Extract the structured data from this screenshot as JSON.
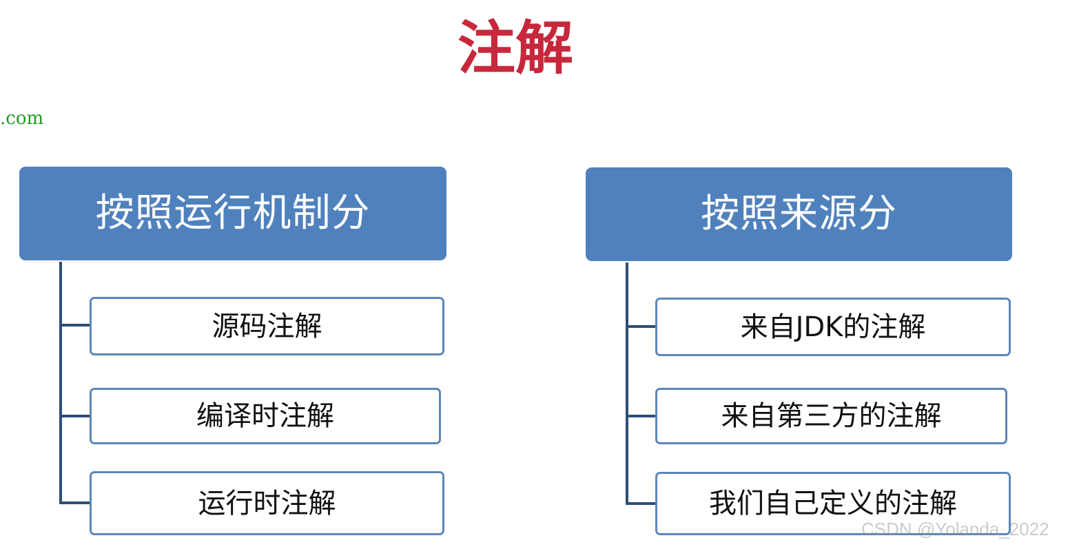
{
  "title": "注解",
  "url_fragment": ".com",
  "groups": [
    {
      "header": "按照运行机制分",
      "items": [
        "源码注解",
        "编译时注解",
        "运行时注解"
      ]
    },
    {
      "header": "按照来源分",
      "items": [
        "来自JDK的注解",
        "来自第三方的注解",
        "我们自己定义的注解"
      ]
    }
  ],
  "watermark": "CSDN @Yolanda_2022",
  "colors": {
    "title": "#c8283c",
    "header_fill": "#4f81bd",
    "item_border": "#5b86b9",
    "connector": "#2f4d78",
    "url_text": "#1f9a1f"
  }
}
